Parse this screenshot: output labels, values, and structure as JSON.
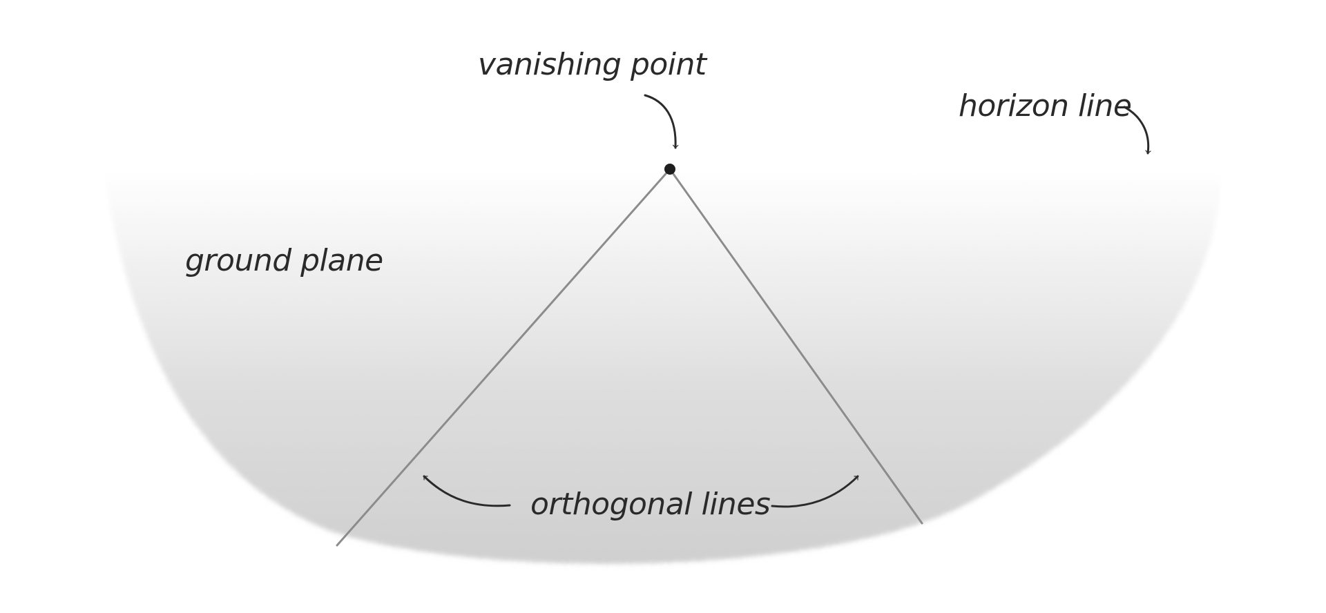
{
  "diagram": {
    "labels": {
      "vanishing_point": "vanishing point",
      "horizon_line": "horizon line",
      "ground_plane": "ground plane",
      "orthogonal_lines": "orthogonal lines"
    },
    "colors": {
      "ink": "#2a2a2a",
      "orthogonal": "#8c8c8c",
      "ground_shade": "#c9c9c9",
      "background": "#ffffff"
    }
  }
}
